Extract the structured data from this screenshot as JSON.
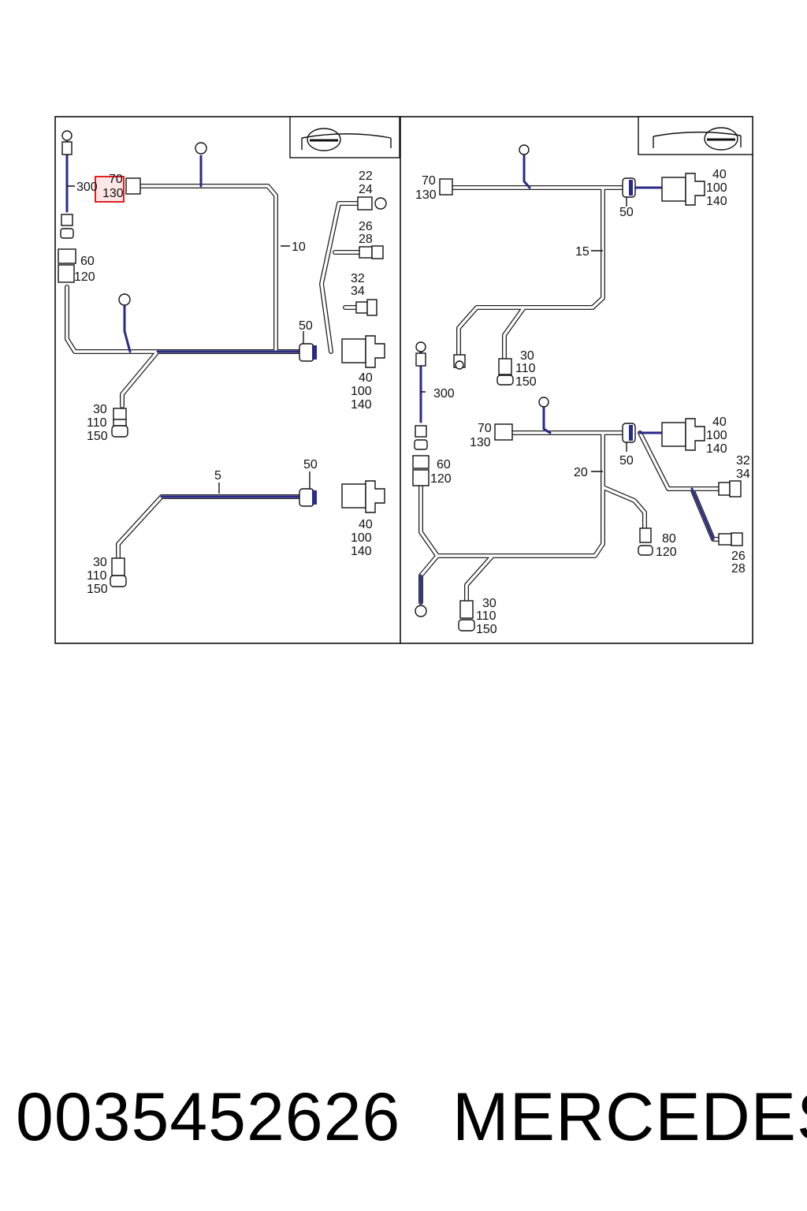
{
  "labels": {
    "l_300": "300",
    "l_70": "70",
    "l_130": "130",
    "l_10": "10",
    "l_22": "22",
    "l_24": "24",
    "l_26": "26",
    "l_28": "28",
    "l_32": "32",
    "l_34": "34",
    "l_60": "60",
    "l_120": "120",
    "l_50": "50",
    "l_40": "40",
    "l_100": "100",
    "l_140": "140",
    "l_30": "30",
    "l_110": "110",
    "l_150": "150",
    "b_5": "5",
    "b_50": "50",
    "b_40": "40",
    "b_100": "100",
    "b_140": "140",
    "b_30": "30",
    "b_110": "110",
    "b_150": "150",
    "r1_70": "70",
    "r1_130": "130",
    "r1_50": "50",
    "r1_40": "40",
    "r1_100": "100",
    "r1_140": "140",
    "r1_15": "15",
    "r1_30": "30",
    "r1_110": "110",
    "r1_150": "150",
    "r2_300": "300",
    "r2_60": "60",
    "r2_120": "120",
    "r2_70": "70",
    "r2_130": "130",
    "r2_50": "50",
    "r2_40": "40",
    "r2_100": "100",
    "r2_140": "140",
    "r2_20": "20",
    "r2_32": "32",
    "r2_34": "34",
    "r2_80": "80",
    "r2_120b": "120",
    "r2_26": "26",
    "r2_28": "28",
    "r2_30": "30",
    "r2_110": "110",
    "r2_150": "150"
  },
  "highlight": {
    "color": "#e02020",
    "fill": "#fbd5d5"
  },
  "footer": {
    "part_number": "0035452626",
    "brand": "MERCEDES"
  }
}
